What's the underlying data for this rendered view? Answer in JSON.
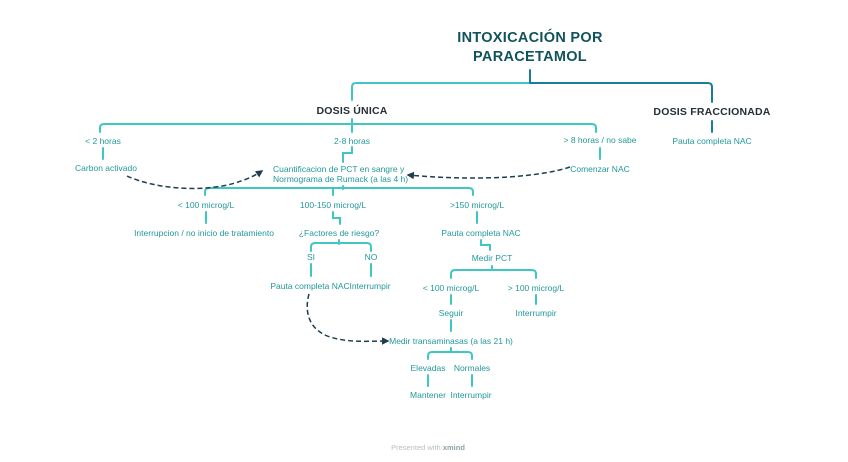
{
  "colors": {
    "title_text": "#11535c",
    "header_text": "#252f36",
    "label_text": "#239899",
    "line_light": "#3fc7c3",
    "line_dark": "#1a7e98",
    "dashed_arrow": "#1e3e4e",
    "footer_text": "#b6c0c3",
    "footer_brand": "#90a0a5",
    "background": "#ffffff"
  },
  "title": {
    "line1": "INTOXICACIÓN POR",
    "line2": "PARACETAMOL"
  },
  "unica": {
    "header": "DOSIS ÚNICA",
    "lt2h": "< 2 horas",
    "carbon": "Carbon activado",
    "h28": "2-8 horas",
    "cuant1": "Cuantificacion de PCT en sangre y",
    "cuant2": "Normograma de Rumack (a las 4 h)",
    "gt8h": "> 8 horas / no sabe",
    "comenzar": "Comenzar NAC",
    "lt100": "< 100 microg/L",
    "interrupcion": "Interrupcion / no inicio de tratamiento",
    "mid": "100-150 microg/L",
    "riesgo": "¿Factores de riesgo?",
    "si": "SI",
    "no": "NO",
    "pauta_si": "Pauta completa NAC",
    "interrumpir_no": "Interrumpir",
    "gt150": ">150 microg/L",
    "pauta_150": "Pauta completa NAC",
    "medir_pct": "Medir PCT",
    "pct_lt100": "< 100 microg/L",
    "pct_gt100": "> 100 microg/L",
    "seguir": "Seguir",
    "interrumpir_pct": "Interrumpir",
    "transaminasas": "Medir transaminasas (a las 21 h)",
    "elevadas": "Elevadas",
    "normales": "Normales",
    "mantener": "Mantener",
    "interrumpir_norm": "Interrumpir"
  },
  "fraccionada": {
    "header": "DOSIS FRACCIONADA",
    "pauta": "Pauta completa NAC"
  },
  "footer": {
    "presented": "Presented with",
    "brand": "xmind"
  }
}
